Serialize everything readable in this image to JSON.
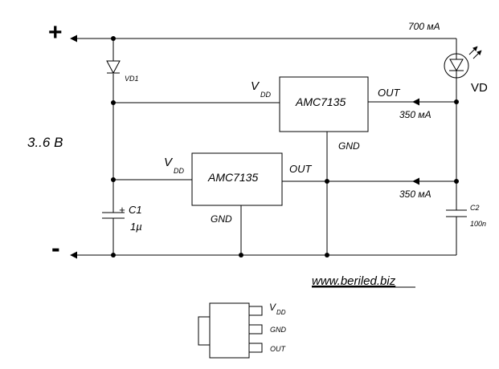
{
  "supply": {
    "plus": "+",
    "minus": "-",
    "voltage": "3..6 В"
  },
  "currents": {
    "total": "700 мА",
    "out1": "350 мА",
    "out2": "350 мА"
  },
  "components": {
    "vd1": "VD1",
    "vd": "VD",
    "ic": "AMC7135",
    "vdd_v": "V",
    "vdd_sub": "DD",
    "out": "OUT",
    "gnd": "GND",
    "c1_plus": "+",
    "c1": "C1",
    "c1_value": "1µ",
    "c2": "C2",
    "c2_value": "100n"
  },
  "website": "www.beriled.biz",
  "package": {
    "pin1_v": "V",
    "pin1_sub": "DD",
    "pin2": "GND",
    "pin3": "OUT"
  },
  "colors": {
    "line": "#000000",
    "background": "#ffffff"
  }
}
